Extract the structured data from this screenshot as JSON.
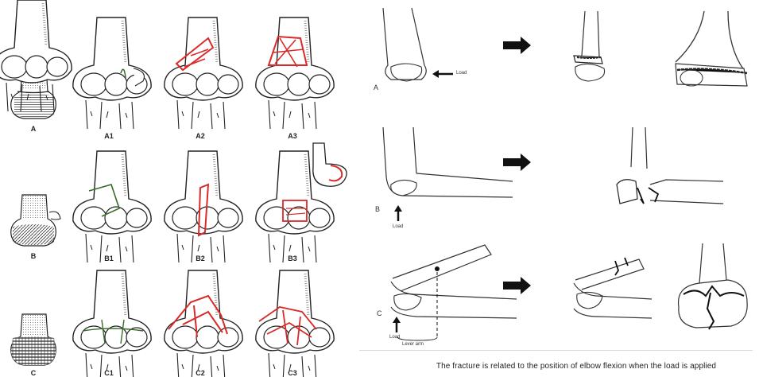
{
  "classification": {
    "labels": [
      "A",
      "A1",
      "A2",
      "A3",
      "B",
      "B1",
      "B2",
      "B3",
      "C",
      "C1",
      "C2",
      "C3"
    ],
    "fracture_line_colors": {
      "extra_articular": "#3a6b2a",
      "displaced": "#d92a2a"
    }
  },
  "mechanism": {
    "rows": [
      {
        "label": "A",
        "load_text": "Load"
      },
      {
        "label": "B",
        "load_text": "Load"
      },
      {
        "label": "C",
        "load_text": "Load",
        "lever_text": "Lever arm"
      }
    ],
    "arrow_icon": "right-arrow-icon",
    "caption": "The fracture is related to the position of elbow flexion when the load is applied"
  }
}
